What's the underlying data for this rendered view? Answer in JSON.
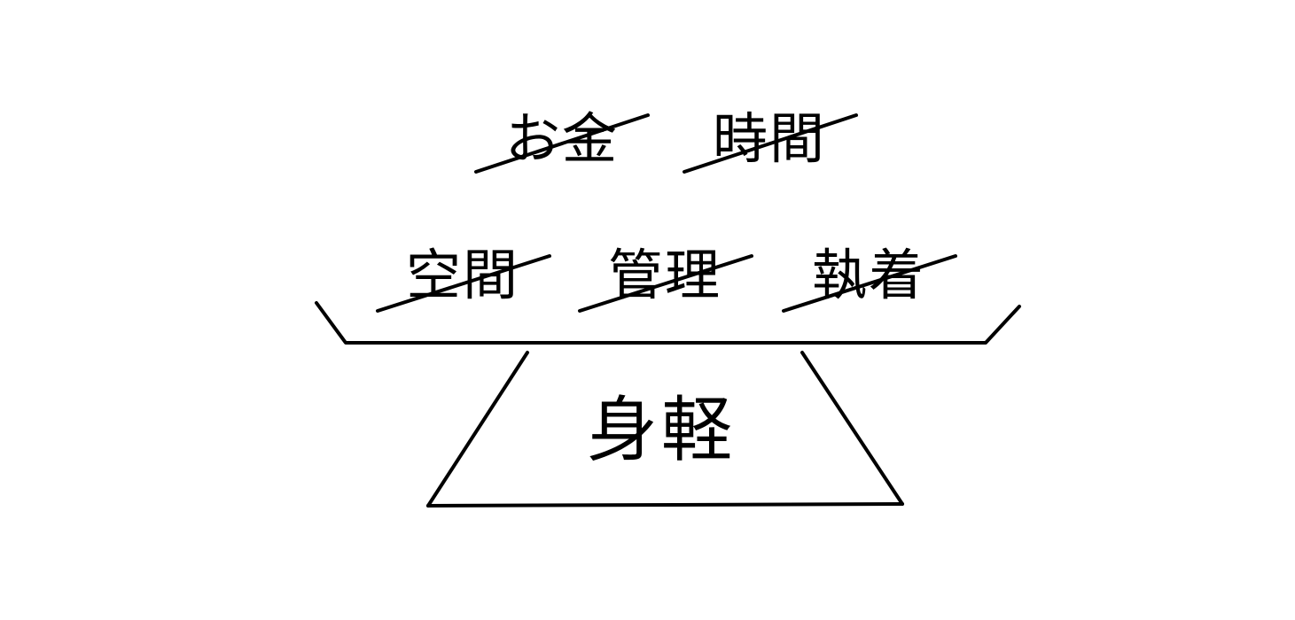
{
  "burdens": [
    {
      "id": "money",
      "label": "お金"
    },
    {
      "id": "time",
      "label": "時間"
    },
    {
      "id": "space",
      "label": "空間"
    },
    {
      "id": "management",
      "label": "管理"
    },
    {
      "id": "attachment",
      "label": "執着"
    }
  ],
  "core": {
    "label": "身軽"
  },
  "colors": {
    "ink": "#000000",
    "background": "#ffffff"
  }
}
